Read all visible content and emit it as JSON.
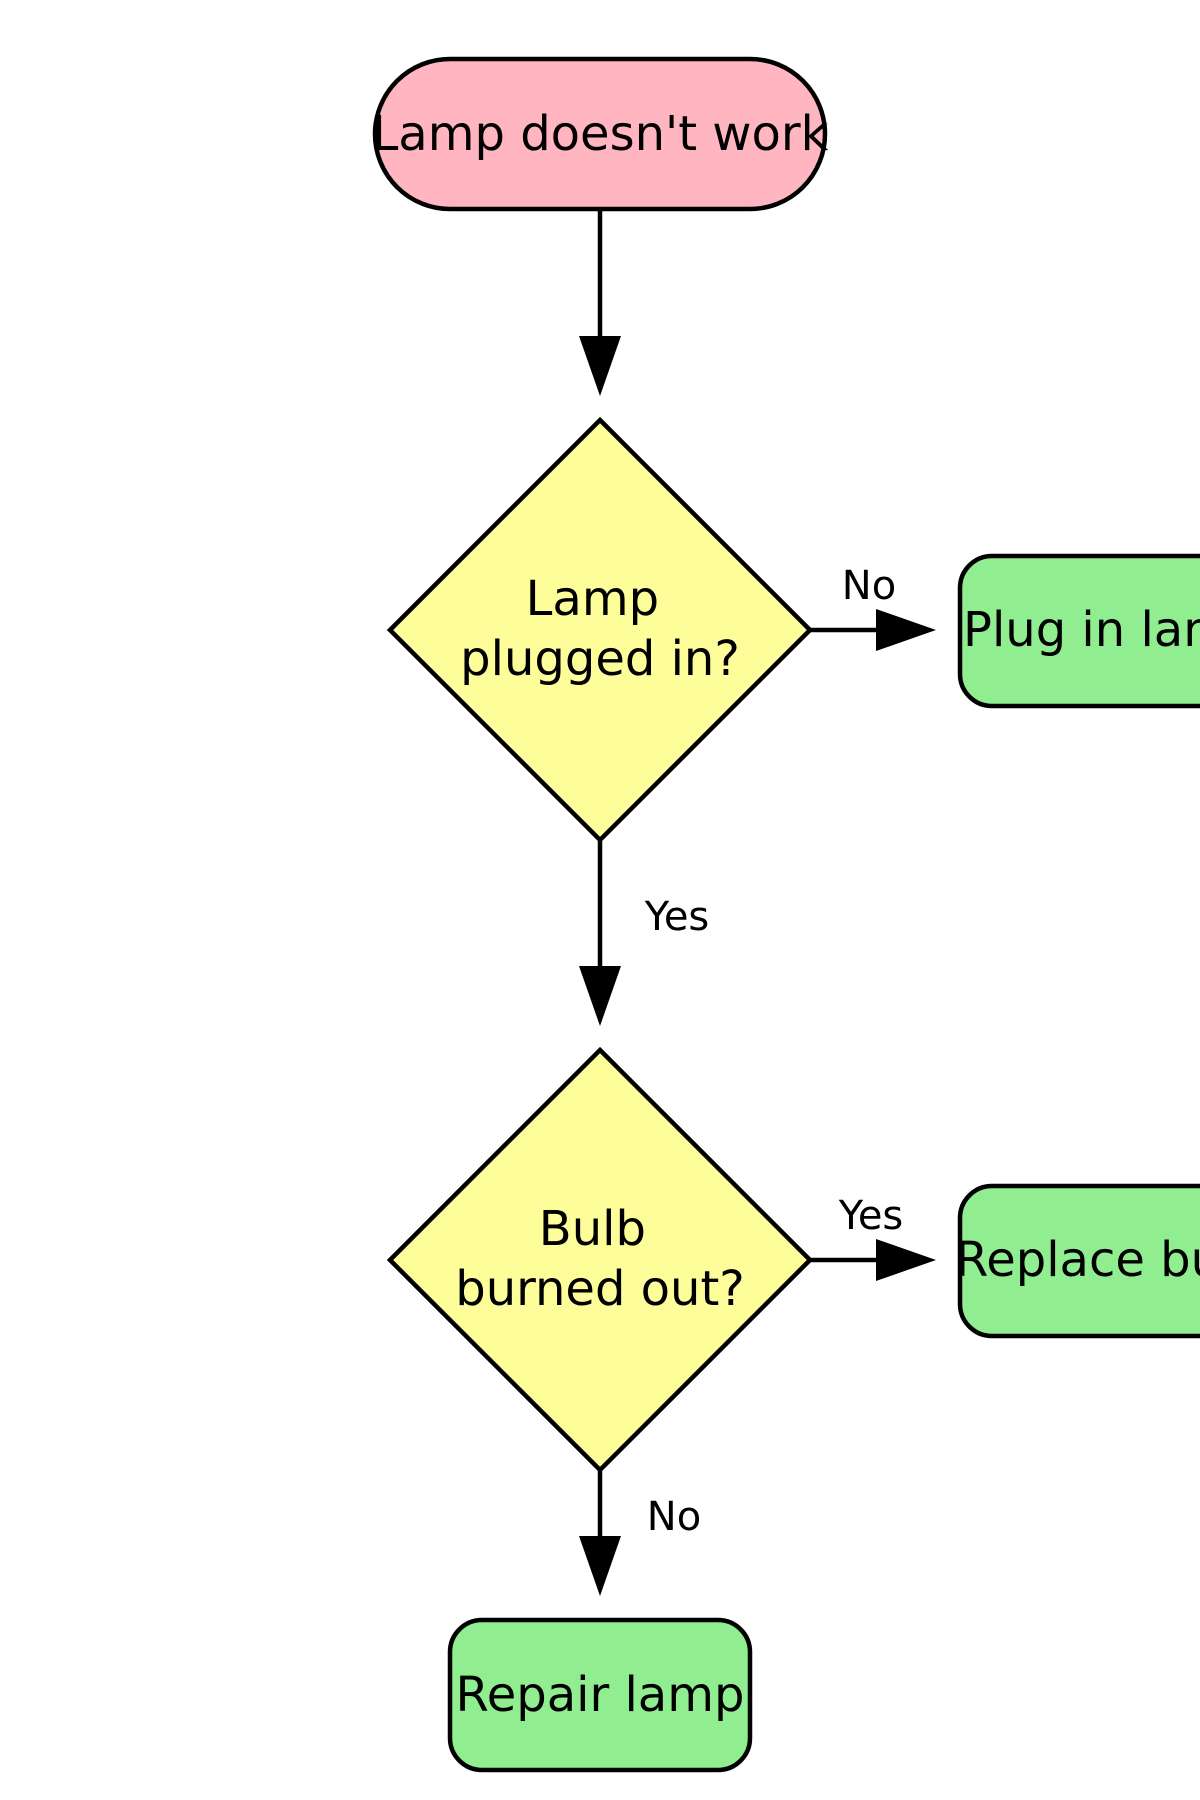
{
  "colors": {
    "start": "#FFB6C1",
    "decision": "#FDFD9A",
    "action": "#90EE90",
    "stroke": "#000000"
  },
  "nodes": {
    "start": {
      "label": "Lamp doesn't work"
    },
    "decision_plugged": {
      "line1": "Lamp",
      "line2": "plugged in?"
    },
    "action_plug": {
      "label": "Plug in lamp"
    },
    "decision_bulb": {
      "line1": "Bulb",
      "line2": "burned out?"
    },
    "action_replace": {
      "label": "Replace bulb"
    },
    "action_repair": {
      "label": "Repair lamp"
    }
  },
  "edges": {
    "plugged_no": "No",
    "plugged_yes": "Yes",
    "bulb_yes": "Yes",
    "bulb_no": "No"
  }
}
